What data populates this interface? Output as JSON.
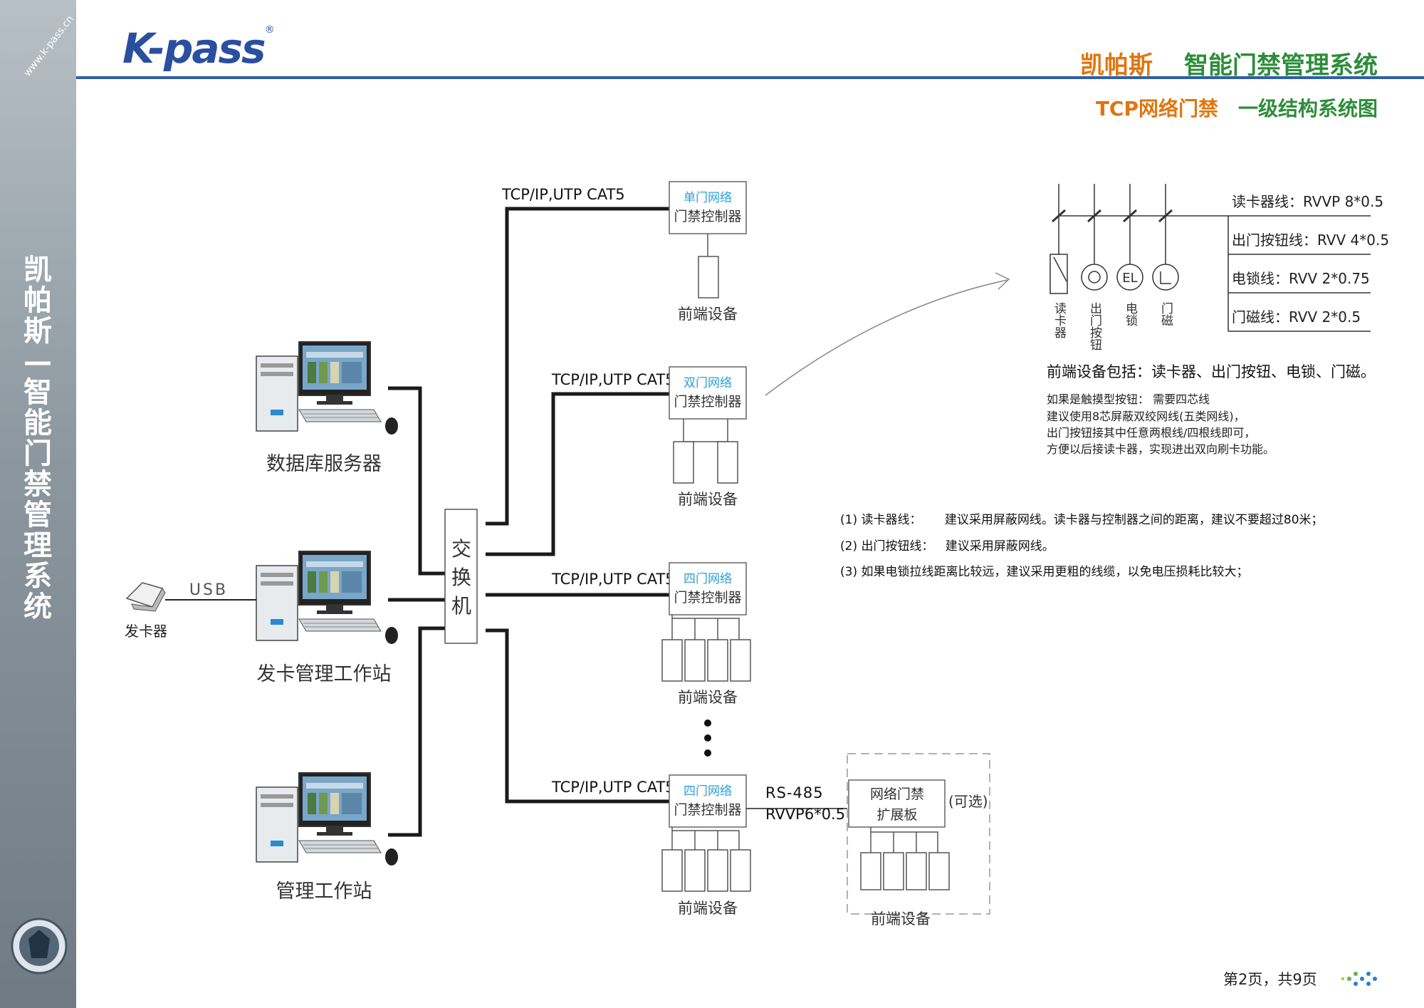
{
  "sidebar": {
    "url": "www.k-pass.cn",
    "vertical_title_chars": [
      "凯",
      "帕",
      "斯",
      "—",
      "智",
      "能",
      "门",
      "禁",
      "管",
      "理",
      "系",
      "统"
    ]
  },
  "header": {
    "logo_text": "K-pass",
    "logo_mark": "®",
    "brand": "凯帕斯",
    "system_name": "智能门禁管理系统",
    "subtitle_left": "TCP网络门禁",
    "subtitle_right": "一级结构系统图"
  },
  "computers": {
    "db_server": "数据库服务器",
    "card_station": "发卡管理工作站",
    "mgmt_station": "管理工作站",
    "card_issuer": "发卡器",
    "usb": "USB"
  },
  "switch_chars": [
    "交",
    "换",
    "机"
  ],
  "network_label": "TCP/IP,UTP CAT5",
  "controllers": [
    {
      "type": "单门网络",
      "name": "门禁控制器"
    },
    {
      "type": "双门网络",
      "name": "门禁控制器"
    },
    {
      "type": "四门网络",
      "name": "门禁控制器"
    },
    {
      "type": "四门网络",
      "name": "门禁控制器"
    }
  ],
  "front_end_label": "前端设备",
  "rs485": {
    "label1": "RS-485",
    "label2": "RVVP6*0.5"
  },
  "expansion": {
    "line1": "网络门禁",
    "line2": "扩展板",
    "optional": "(可选)"
  },
  "wiring": {
    "devices": [
      "读卡器",
      "出门按钮",
      "电锁",
      "门磁"
    ],
    "el_symbol": "EL",
    "cables": [
      "读卡器线：RVVP 8*0.5",
      "出门按钮线：RVV 4*0.5",
      "电锁线：RVV 2*0.75",
      "门磁线：RVV 2*0.5"
    ],
    "includes": "前端设备包括：读卡器、出门按钮、电锁、门磁。",
    "notes": [
      "如果是触摸型按钮：  需要四芯线",
      "建议使用8芯屏蔽双绞网线(五类网线)，",
      "出门按钮接其中任意两根线/四根线即可，",
      "方便以后接读卡器，实现进出双向刷卡功能。"
    ]
  },
  "recommendations": [
    "(1) 读卡器线：      建议采用屏蔽网线。读卡器与控制器之间的距离，建议不要超过80米；",
    "(2) 出门按钮线：   建议采用屏蔽网线。",
    "(3) 如果电锁拉线距离比较远，建议采用更粗的线缆，以免电压损耗比较大；"
  ],
  "footer": {
    "page": "第2页，共9页"
  }
}
